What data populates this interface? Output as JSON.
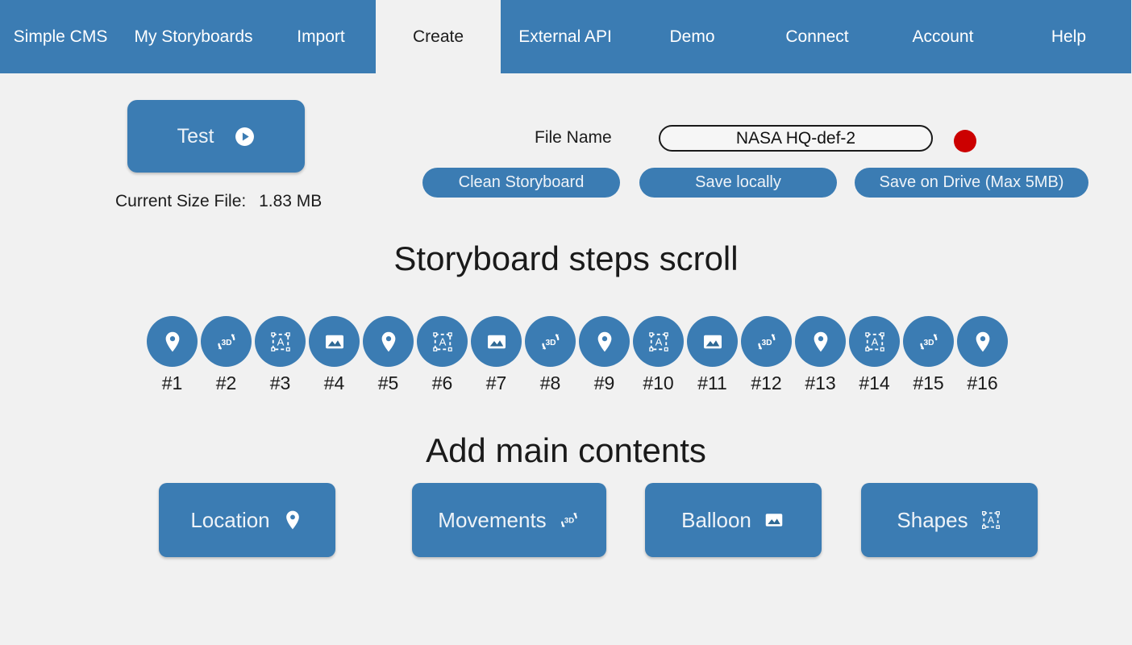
{
  "nav": {
    "items": [
      {
        "label": "Simple CMS",
        "icon": "nav-item-icon",
        "active": false,
        "width": 150
      },
      {
        "label": "My Storyboards",
        "icon": "nav-item-icon",
        "active": false,
        "width": 180
      },
      {
        "label": "Import",
        "icon": "nav-item-icon",
        "active": false,
        "width": 136
      },
      {
        "label": "Create",
        "icon": "nav-item-icon",
        "active": true,
        "width": 155
      },
      {
        "label": "External API",
        "icon": "nav-item-icon",
        "active": false,
        "width": 160
      },
      {
        "label": "Demo",
        "icon": "nav-item-icon",
        "active": false,
        "width": 155
      },
      {
        "label": "Connect",
        "icon": "nav-item-icon",
        "active": false,
        "width": 155
      },
      {
        "label": "Account",
        "icon": "nav-item-icon",
        "active": false,
        "width": 157
      },
      {
        "label": "Help",
        "icon": "nav-item-icon",
        "active": false,
        "width": 155
      }
    ]
  },
  "toolbar": {
    "test_label": "Test",
    "test_icon": "play-circle-icon",
    "size_label": "Current Size File:",
    "size_value": "1.83 MB",
    "filename_label": "File Name",
    "filename_value": "NASA HQ-def-2",
    "filename_placeholder": "File Name",
    "record_indicator": "record-dot-icon",
    "clean_label": "Clean Storyboard",
    "save_local_label": "Save locally",
    "save_drive_label": "Save on Drive (Max 5MB)"
  },
  "steps_section": {
    "heading": "Storyboard steps scroll",
    "steps": [
      {
        "label": "#1",
        "icon": "location-pin-icon"
      },
      {
        "label": "#2",
        "icon": "rotate-3d-icon"
      },
      {
        "label": "#3",
        "icon": "shape-frame-icon"
      },
      {
        "label": "#4",
        "icon": "image-icon"
      },
      {
        "label": "#5",
        "icon": "location-pin-icon"
      },
      {
        "label": "#6",
        "icon": "shape-frame-icon"
      },
      {
        "label": "#7",
        "icon": "image-icon"
      },
      {
        "label": "#8",
        "icon": "rotate-3d-icon"
      },
      {
        "label": "#9",
        "icon": "location-pin-icon"
      },
      {
        "label": "#10",
        "icon": "shape-frame-icon"
      },
      {
        "label": "#11",
        "icon": "image-icon"
      },
      {
        "label": "#12",
        "icon": "rotate-3d-icon"
      },
      {
        "label": "#13",
        "icon": "location-pin-icon"
      },
      {
        "label": "#14",
        "icon": "shape-frame-icon"
      },
      {
        "label": "#15",
        "icon": "rotate-3d-icon"
      },
      {
        "label": "#16",
        "icon": "location-pin-icon"
      }
    ]
  },
  "contents_section": {
    "heading": "Add main contents",
    "buttons": [
      {
        "label": "Location",
        "icon": "location-pin-icon"
      },
      {
        "label": "Movements",
        "icon": "rotate-3d-icon"
      },
      {
        "label": "Balloon",
        "icon": "image-icon"
      },
      {
        "label": "Shapes",
        "icon": "shape-frame-icon"
      }
    ]
  },
  "colors": {
    "brand_blue": "#3b7cb3",
    "page_background": "#f1f1f1",
    "record_red": "#cc0000",
    "text_dark": "#1a1a1a",
    "text_on_blue": "#eef3f8"
  }
}
